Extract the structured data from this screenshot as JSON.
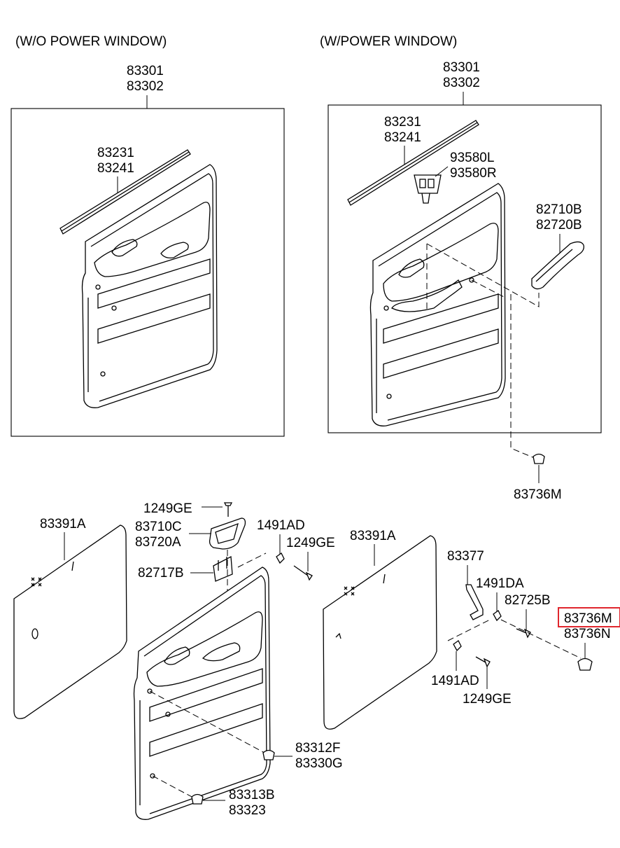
{
  "sections": {
    "left_title": "(W/O POWER WINDOW)",
    "right_title": "(W/POWER WINDOW)"
  },
  "labels": {
    "tl_panel_a": "83301",
    "tl_panel_b": "83302",
    "tl_strip_a": "83231",
    "tl_strip_b": "83241",
    "tr_panel_a": "83301",
    "tr_panel_b": "83302",
    "tr_strip_a": "83231",
    "tr_strip_b": "83241",
    "tr_switch_a": "93580L",
    "tr_switch_b": "93580R",
    "tr_handle_a": "82710B",
    "tr_handle_b": "82720B",
    "tr_clip": "83736M",
    "bl_sheet": "83391A",
    "bl_screw_top": "1249GE",
    "bl_cup_a": "83710C",
    "bl_cup_b": "83720A",
    "bl_bracket": "82717B",
    "bl_nut": "1491AD",
    "bl_screw_right": "1249GE",
    "bl_clip1_a": "83312F",
    "bl_clip1_b": "83330G",
    "bl_clip2_a": "83313B",
    "bl_clip2_b": "83323",
    "br_sheet": "83391A",
    "br_bracket": "83377",
    "br_nut_top": "1491DA",
    "br_screw_top": "82725B",
    "br_clip_a": "83736M",
    "br_clip_b": "83736N",
    "br_nut_bottom": "1491AD",
    "br_screw_bottom": "1249GE"
  },
  "highlight": {
    "part": "83736M",
    "color": "#e0262d"
  }
}
